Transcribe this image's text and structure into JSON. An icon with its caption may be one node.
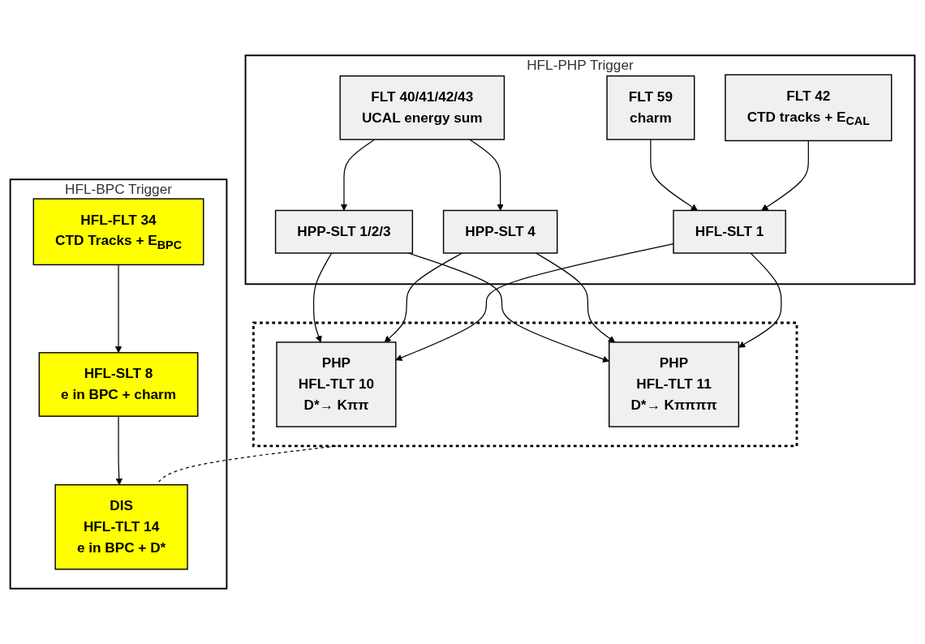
{
  "diagram": {
    "nodes": [
      {
        "text": [
          "HFL-PHP Trigger"
        ]
      },
      {
        "text": [
          "FLT 40/41/42/43",
          "UCAL energy sum"
        ],
        "in": 0
      },
      {
        "text": [
          "FLT 59",
          "charm"
        ],
        "in": 0
      },
      {
        "text": [
          "FLT 42",
          "CTD tracks + E$_{CAL}$"
        ],
        "in": 0
      },
      {
        "text": [
          "HPP-SLT 1/2/3"
        ],
        "in": 0
      },
      {
        "text": [
          "HPP-SLT 4"
        ],
        "in": 0
      },
      {
        "text": [
          "HFL-SLT 1"
        ],
        "in": 0
      },
      {
        "text": [],
        "shape": "box"
      },
      {
        "text": [
          "PHP",
          "HFL-TLT 10",
          "D*→ Kππ"
        ],
        "in": 7
      },
      {
        "text": [
          "PHP",
          "HFL-TLT 11",
          "D*→ Kππππ"
        ],
        "in": 7
      },
      {
        "text": [
          "HFL-BPC Trigger"
        ]
      },
      {
        "text": [
          "HFL-FLT 34",
          "CTD Tracks + E$_{BPC}$"
        ],
        "in": 10
      },
      {
        "text": [
          "HFL-SLT 8",
          "e in BPC + charm"
        ],
        "in": 10
      },
      {
        "text": [
          "DIS",
          "HFL-TLT 14",
          "e in BPC + D*"
        ],
        "in": 10
      }
    ],
    "edges": [
      {
        "from": 1,
        "to": 4,
        "arrow": "to"
      },
      {
        "from": 1,
        "to": 5,
        "arrow": "to"
      },
      {
        "from": 2,
        "to": 6,
        "arrow": "to"
      },
      {
        "from": 3,
        "to": 6,
        "arrow": "to"
      },
      {
        "from": 4,
        "to": 8,
        "arrow": "to"
      },
      {
        "from": 4,
        "to": 9,
        "arrow": "to"
      },
      {
        "from": 5,
        "to": 8,
        "arrow": "to"
      },
      {
        "from": 5,
        "to": 9,
        "arrow": "to"
      },
      {
        "from": 6,
        "to": 8,
        "arrow": "to"
      },
      {
        "from": 6,
        "to": 9,
        "arrow": "to"
      },
      {
        "from": 11,
        "to": 12,
        "arrow": "to"
      },
      {
        "from": 12,
        "to": 13,
        "arrow": "to"
      },
      {
        "from": 7,
        "to": 13,
        "arrow": "none",
        "style": "dashed"
      }
    ]
  }
}
